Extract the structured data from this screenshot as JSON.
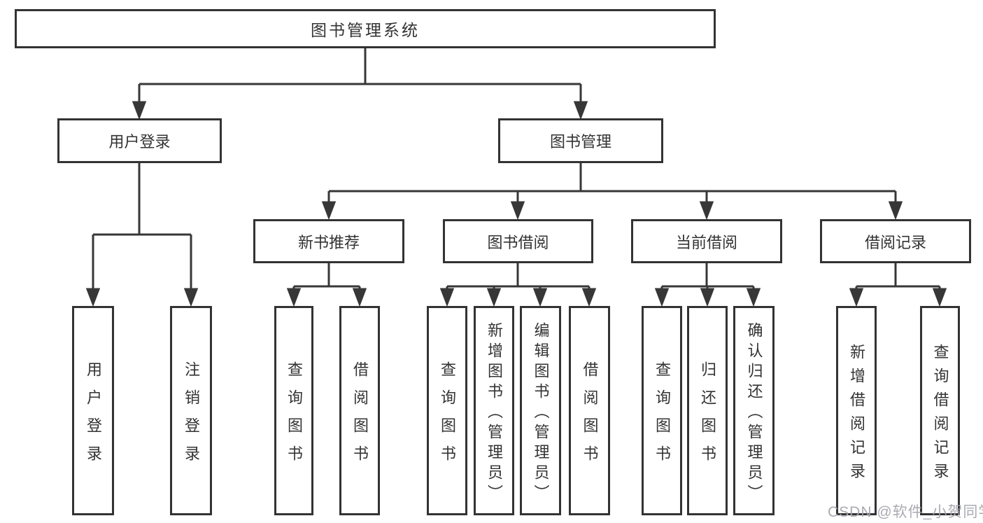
{
  "diagram": {
    "root": {
      "label": "图书管理系统"
    },
    "level2": [
      {
        "label": "用户登录"
      },
      {
        "label": "图书管理"
      }
    ],
    "level3": [
      {
        "label": "新书推荐"
      },
      {
        "label": "图书借阅"
      },
      {
        "label": "当前借阅"
      },
      {
        "label": "借阅记录"
      }
    ],
    "leaves": {
      "user_login": [
        "用户登录",
        "注销登录"
      ],
      "new_books": [
        "查询图书",
        "借阅图书"
      ],
      "book_borrow": [
        "查询图书",
        "新增图书（管理员）",
        "编辑图书（管理员）",
        "借阅图书"
      ],
      "current_borrow": [
        "查询图书",
        "归还图书",
        "确认归还（管理员）"
      ],
      "borrow_records": [
        "新增借阅记录",
        "查询借阅记录"
      ]
    }
  },
  "watermark": {
    "text": "CSDN @软件_小贺同学"
  }
}
